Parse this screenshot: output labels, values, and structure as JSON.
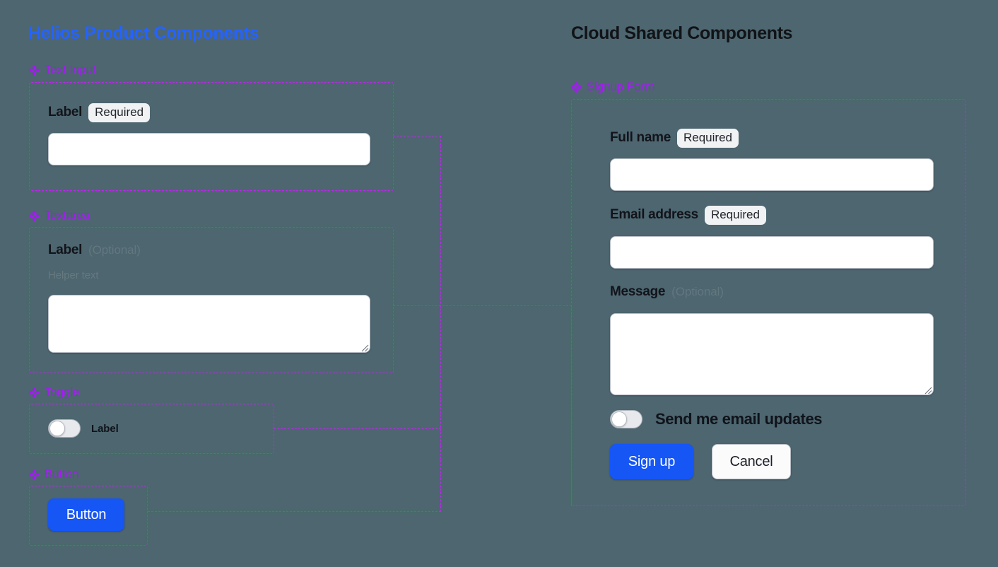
{
  "theme": {
    "background": "#4d6670",
    "accent_blue": "#2563ff",
    "accent_purple": "#a21cf0",
    "dash_purple": "#c026f0",
    "primary_button": "#1656f5",
    "label_dark": "#12141a",
    "muted_text": "#63777f",
    "badge_bg": "#f1f2f4",
    "field_bg": "#ffffff"
  },
  "panels": {
    "left": {
      "title": "Helios Product Components",
      "sections": [
        {
          "icon": "diamond-components-icon",
          "label": "Text Input"
        },
        {
          "icon": "diamond-components-icon",
          "label": "Textarea"
        },
        {
          "icon": "diamond-components-icon",
          "label": "Toggle"
        },
        {
          "icon": "diamond-components-icon",
          "label": "Button"
        }
      ]
    },
    "right": {
      "title": "Cloud Shared Components",
      "sections": [
        {
          "icon": "diamond-components-icon",
          "label": "Signup Form"
        }
      ]
    }
  },
  "text_input_demo": {
    "label": "Label",
    "badge": "Required",
    "value": "",
    "placeholder": ""
  },
  "textarea_demo": {
    "label": "Label",
    "optional_note": "(Optional)",
    "helper_text": "Helper text",
    "value": "",
    "placeholder": ""
  },
  "toggle_demo": {
    "label": "Label",
    "state": "off"
  },
  "button_demo": {
    "label": "Button"
  },
  "signup_form": {
    "fields": [
      {
        "name": "full-name",
        "label": "Full name",
        "badge": "Required",
        "optional_note": "",
        "value": "",
        "placeholder": ""
      },
      {
        "name": "email-address",
        "label": "Email address",
        "badge": "Required",
        "optional_note": "",
        "value": "",
        "placeholder": ""
      },
      {
        "name": "message",
        "label": "Message",
        "badge": "",
        "optional_note": "(Optional)",
        "value": "",
        "placeholder": ""
      }
    ],
    "toggle": {
      "label": "Send me email updates",
      "state": "off"
    },
    "actions": {
      "primary": "Sign up",
      "secondary": "Cancel"
    }
  }
}
